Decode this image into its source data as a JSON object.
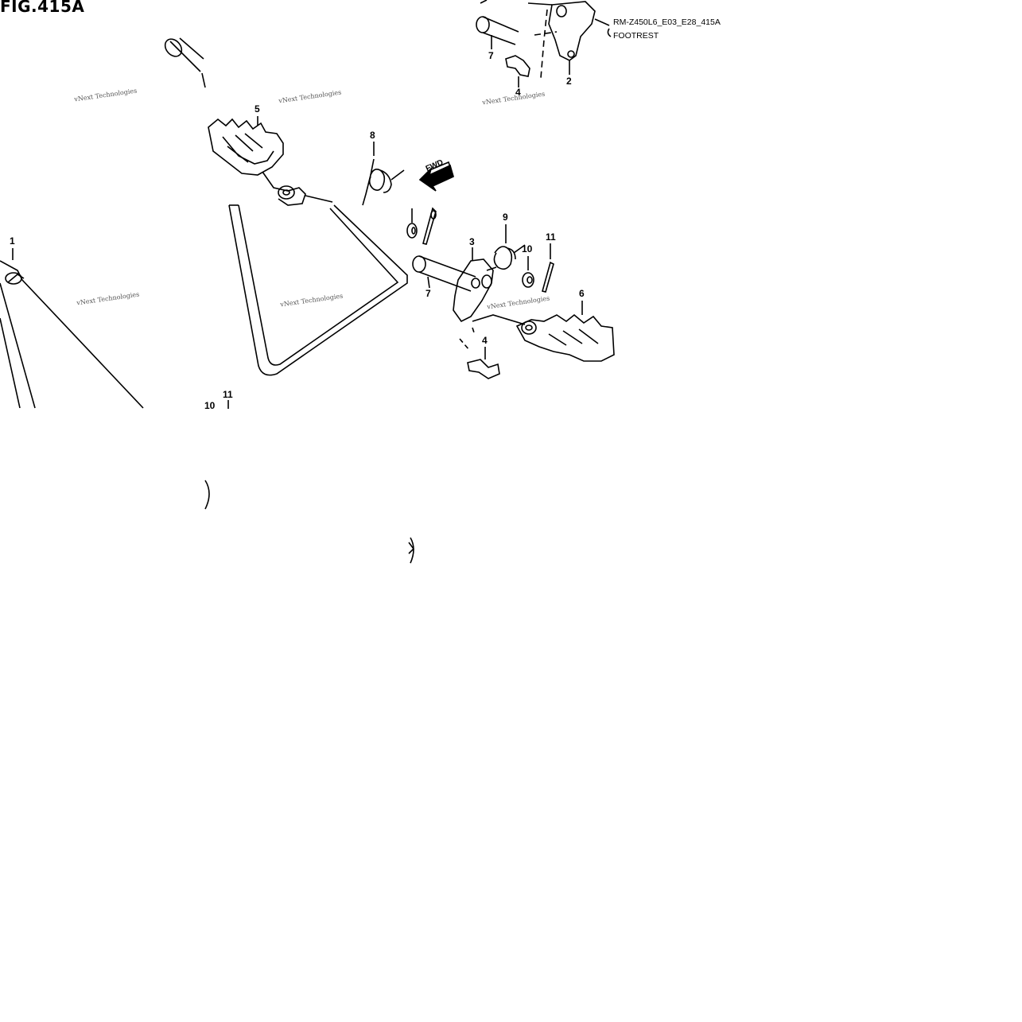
{
  "figure": {
    "title": "FIG.415A",
    "code": "RM-Z450L6_E03_E28_415A",
    "caption": "FOOTREST"
  },
  "direction_badge": "FWD",
  "watermark": "vNext Technologies",
  "callouts": [
    {
      "id": "c1",
      "label": "1"
    },
    {
      "id": "c2",
      "label": "2"
    },
    {
      "id": "c3",
      "label": "3"
    },
    {
      "id": "c4a",
      "label": "4"
    },
    {
      "id": "c4b",
      "label": "4"
    },
    {
      "id": "c5",
      "label": "5"
    },
    {
      "id": "c6",
      "label": "6"
    },
    {
      "id": "c7a",
      "label": "7"
    },
    {
      "id": "c7b",
      "label": "7"
    },
    {
      "id": "c8",
      "label": "8"
    },
    {
      "id": "c9",
      "label": "9"
    },
    {
      "id": "c10a",
      "label": "10"
    },
    {
      "id": "c10b",
      "label": "10"
    },
    {
      "id": "c11a",
      "label": "11"
    },
    {
      "id": "c11b",
      "label": "11"
    }
  ]
}
